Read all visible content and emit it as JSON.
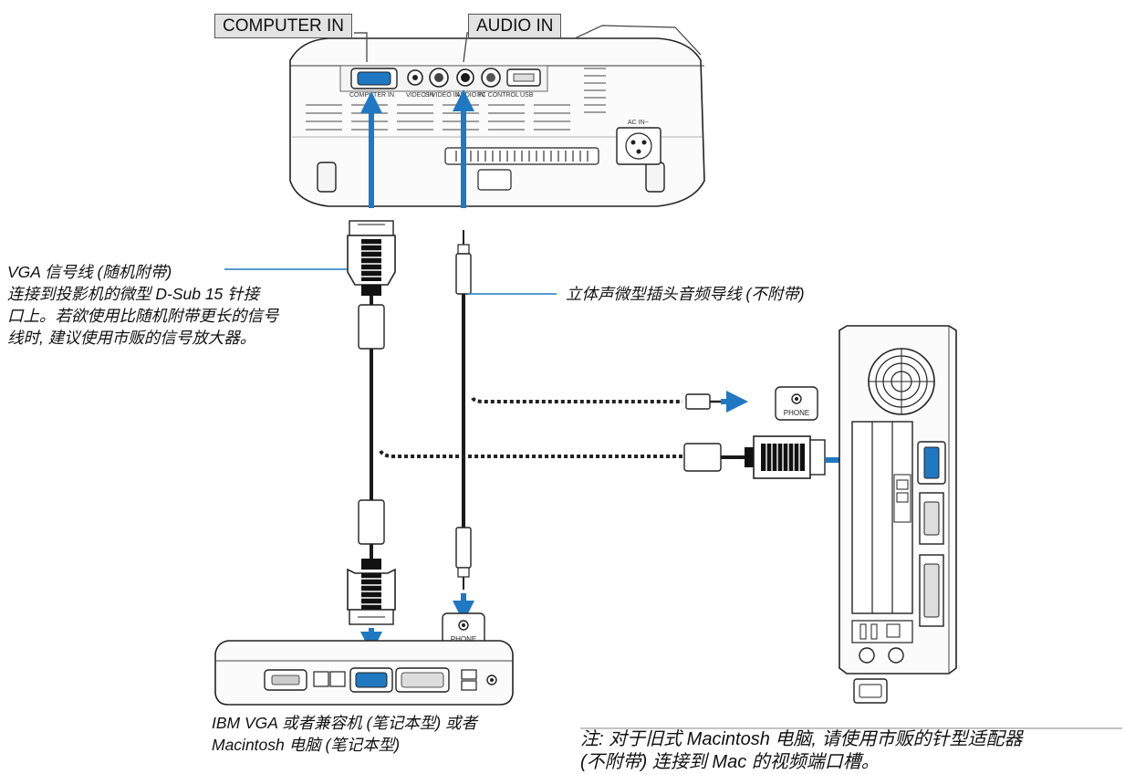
{
  "labels": {
    "computer_in": "COMPUTER IN",
    "audio_in": "AUDIO IN"
  },
  "vga_cable_note": {
    "line1": "VGA 信号线 (随机附带)",
    "line2": "连接到投影机的微型 D-Sub 15 针接",
    "line3": "口上。若欲使用比随机附带更长的信号",
    "line4": "线时, 建议使用市贩的信号放大器。"
  },
  "audio_cable_note": "立体声微型插头音频导线 (不附带)",
  "phone_jack_label": "PHONE",
  "laptop_note": {
    "line1": "IBM VGA 或者兼容机 (笔记本型) 或者",
    "line2": "Macintosh 电脑 (笔记本型)"
  },
  "mac_note": {
    "line1": "注: 对于旧式 Macintosh 电脑, 请使用市贩的针型适配器",
    "line2": "(不附带) 连接到 Mac 的视频端口槽。"
  },
  "projector_port_labels": [
    "COMPUTER IN",
    "VIDEO IN",
    "S-VIDEO IN",
    "AUDIO IN",
    "PC CONTROL",
    "USB",
    "AC IN~"
  ],
  "colors": {
    "arrow": "#1f78c1",
    "cable": "#1a1a1a",
    "callout": "#1f78c1"
  }
}
